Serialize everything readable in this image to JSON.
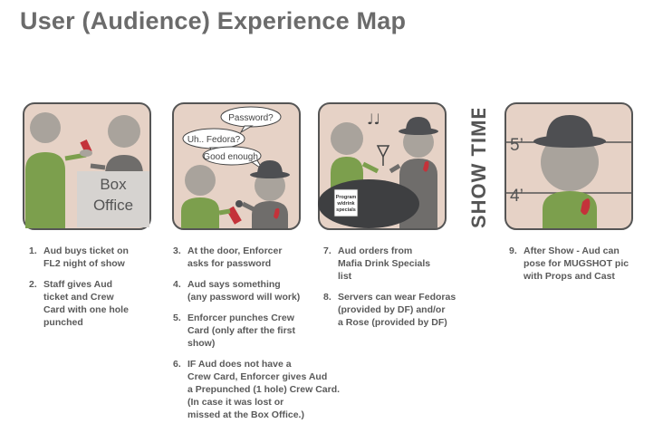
{
  "title": "User (Audience) Experience Map",
  "colors": {
    "panel_bg": "#e6d2c6",
    "panel_border": "#555555",
    "person_head": "#a9a39c",
    "person_green": "#7c9f4d",
    "person_gray": "#6f6d6b",
    "box_office": "#d6d3d0",
    "hat": "#4e4f52",
    "rose": "#c4323a",
    "table": "#3e3f41"
  },
  "panels": {
    "p1": {
      "box_office_line1": "Box",
      "box_office_line2": "Office"
    },
    "p2": {
      "bubble_password": "Password?",
      "bubble_fedora": "Uh.. Fedora?",
      "bubble_good": "Good enough."
    },
    "p3": {
      "program_line1": "Program",
      "program_line2": "w/drink",
      "program_line3": "specials"
    },
    "p4": {
      "height_5": "5’",
      "height_4": "4’"
    }
  },
  "show_time": "SHOW TIME!",
  "columns": [
    {
      "steps": [
        {
          "n": "1.",
          "text": "Aud buys ticket on\nFL2 night of show"
        },
        {
          "n": "2.",
          "text": "Staff gives Aud\nticket and Crew\nCard with one hole\npunched"
        }
      ]
    },
    {
      "steps": [
        {
          "n": "3.",
          "text": "At the door, Enforcer\nasks for password"
        },
        {
          "n": "4.",
          "text": "Aud says something\n(any password will work)"
        },
        {
          "n": "5.",
          "text": "Enforcer punches Crew\nCard (only after the first\nshow)"
        },
        {
          "n": "6.",
          "text": "IF Aud does not have a\nCrew Card, Enforcer gives Aud\na Prepunched (1 hole) Crew Card.\n(In case it was lost or\nmissed at the Box Office.)"
        }
      ]
    },
    {
      "steps": [
        {
          "n": "7.",
          "text": "Aud orders from\nMafia Drink Specials\nlist"
        },
        {
          "n": "8.",
          "text": "Servers can wear Fedoras\n(provided by DF) and/or\na Rose (provided by DF)"
        }
      ]
    },
    {
      "steps": [
        {
          "n": "9.",
          "text": "After Show - Aud can\npose for MUGSHOT pic\nwith Props and Cast"
        }
      ]
    }
  ]
}
